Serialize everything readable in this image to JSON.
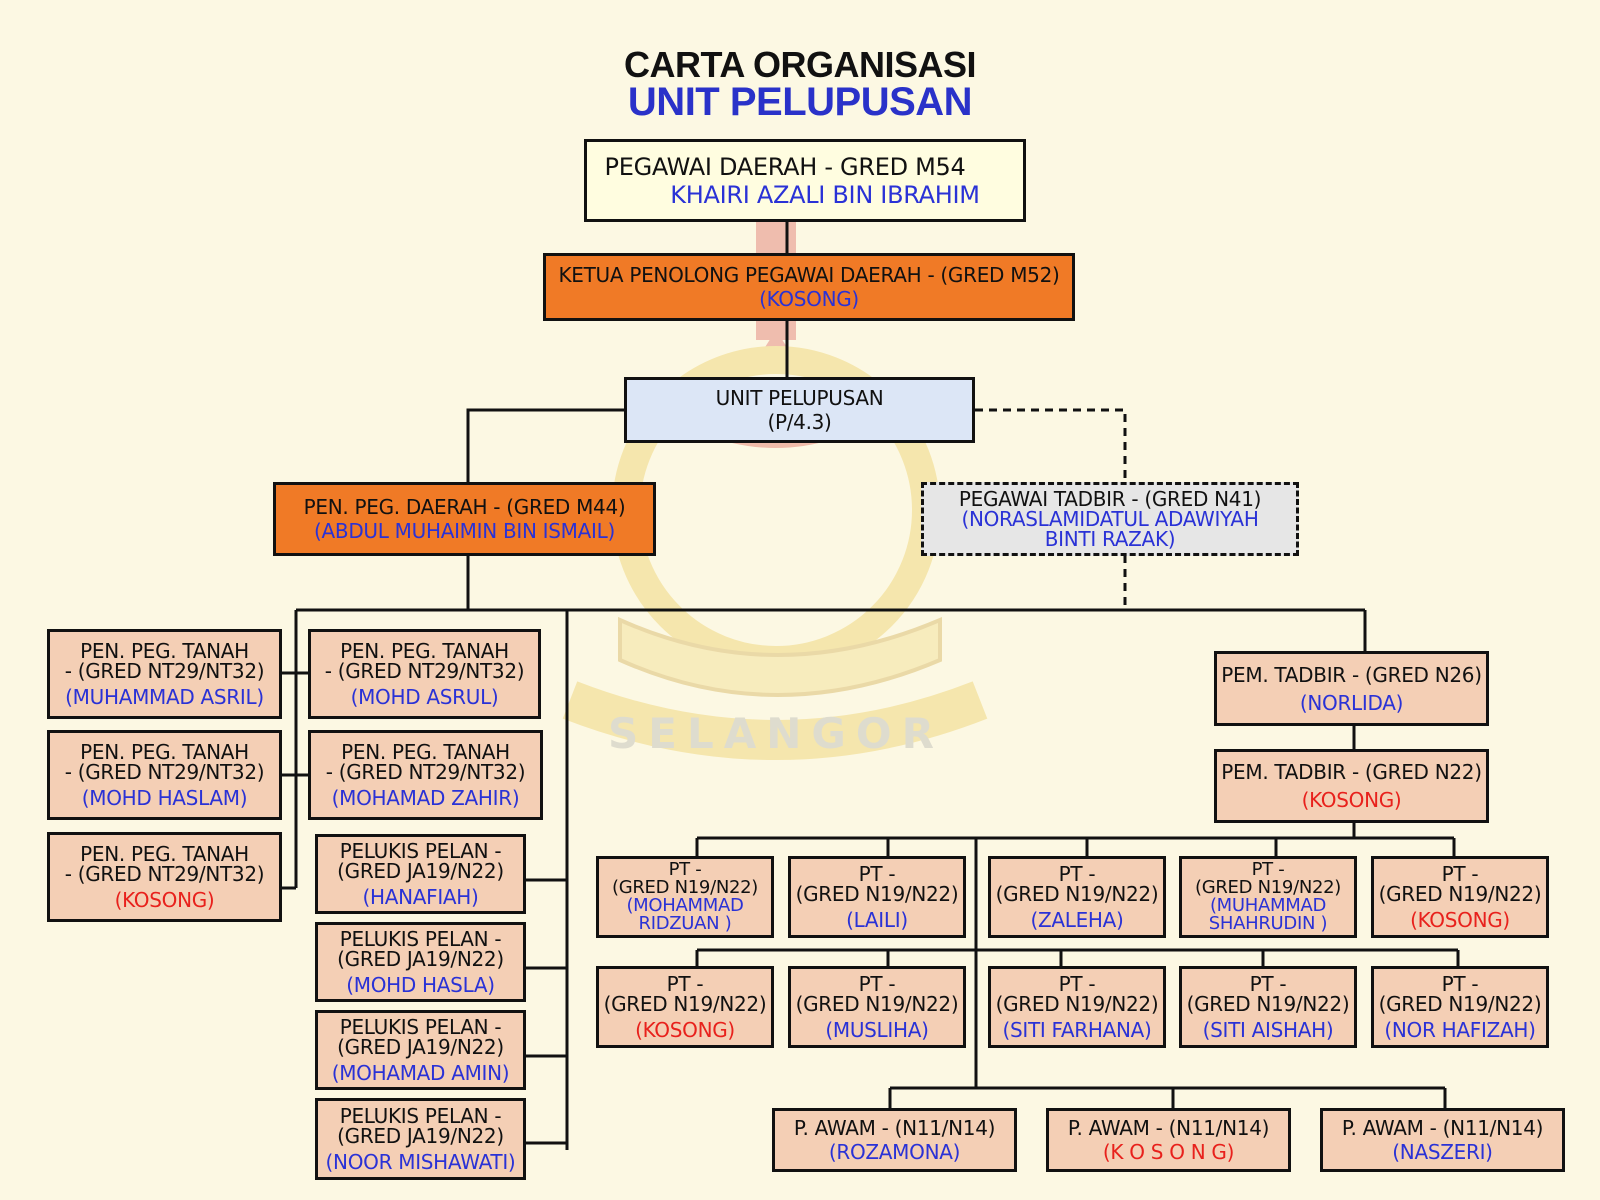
{
  "title": {
    "line1": "CARTA ORGANISASI",
    "line2": "UNIT PELUPUSAN"
  },
  "watermark": {
    "text": "SELANGOR"
  },
  "colors": {
    "label": "#111111",
    "name": "#2a32d6",
    "vacant": "#e8211c",
    "peach": "#f4cfb5",
    "orange": "#f07a26",
    "blue": "#dce6f6"
  },
  "boxes": {
    "pegawai_daerah": {
      "label": "PEGAWAI DAERAH - GRED M54",
      "name": "KHAIRI AZALI BIN IBRAHIM"
    },
    "ketua_penolong": {
      "label": "KETUA PENOLONG PEGAWAI DAERAH - (GRED M52)",
      "name": "(KOSONG)"
    },
    "unit": {
      "label": "UNIT PELUPUSAN",
      "code": "(P/4.3)"
    },
    "pen_peg_daerah": {
      "label": "PEN. PEG. DAERAH - (GRED M44)",
      "name": "(ABDUL MUHAIMIN BIN ISMAIL)"
    },
    "pegawai_tadbir": {
      "label": "PEGAWAI TADBIR - (GRED N41)",
      "name1": "(NORASLAMIDATUL ADAWIYAH",
      "name2": "BINTI RAZAK)"
    },
    "ppt1": {
      "l1": "PEN. PEG. TANAH",
      "l2": "- (GRED NT29/NT32)",
      "name": "(MUHAMMAD ASRIL)"
    },
    "ppt2": {
      "l1": "PEN. PEG. TANAH",
      "l2": "- (GRED NT29/NT32)",
      "name": "(MOHD HASLAM)"
    },
    "ppt3": {
      "l1": "PEN. PEG. TANAH",
      "l2": "- (GRED NT29/NT32)",
      "name": "(KOSONG)"
    },
    "ppt4": {
      "l1": "PEN. PEG. TANAH",
      "l2": "- (GRED NT29/NT32)",
      "name": "(MOHD ASRUL)"
    },
    "ppt5": {
      "l1": "PEN. PEG. TANAH",
      "l2": "- (GRED NT29/NT32)",
      "name": "(MOHAMAD ZAHIR)"
    },
    "pp1": {
      "l1": "PELUKIS PELAN -",
      "l2": "(GRED JA19/N22)",
      "name": "(HANAFIAH)"
    },
    "pp2": {
      "l1": "PELUKIS PELAN -",
      "l2": "(GRED JA19/N22)",
      "name": "(MOHD HASLA)"
    },
    "pp3": {
      "l1": "PELUKIS PELAN -",
      "l2": "(GRED JA19/N22)",
      "name": "(MOHAMAD AMIN)"
    },
    "pp4": {
      "l1": "PELUKIS PELAN -",
      "l2": "(GRED JA19/N22)",
      "name": "(NOOR MISHAWATI)"
    },
    "pem26": {
      "label": "PEM. TADBIR - (GRED N26)",
      "name": "(NORLIDA)"
    },
    "pem22": {
      "label": "PEM. TADBIR - (GRED N22)",
      "name": "(KOSONG)"
    },
    "pt1": {
      "l1": "PT -",
      "l2": "(GRED N19/N22)",
      "name1": "(MOHAMMAD",
      "name2": "RIDZUAN )"
    },
    "pt2": {
      "l1": "PT -",
      "l2": "(GRED N19/N22)",
      "name": "(LAILI)"
    },
    "pt3": {
      "l1": "PT -",
      "l2": "(GRED N19/N22)",
      "name": "(ZALEHA)"
    },
    "pt4": {
      "l1": "PT -",
      "l2": "(GRED N19/N22)",
      "name1": "(MUHAMMAD",
      "name2": "SHAHRUDIN )"
    },
    "pt5": {
      "l1": "PT -",
      "l2": "(GRED N19/N22)",
      "name": "(KOSONG)"
    },
    "pt6": {
      "l1": "PT -",
      "l2": "(GRED N19/N22)",
      "name": "(KOSONG)"
    },
    "pt7": {
      "l1": "PT -",
      "l2": "(GRED N19/N22)",
      "name": "(MUSLIHA)"
    },
    "pt8": {
      "l1": "PT -",
      "l2": "(GRED N19/N22)",
      "name": "(SITI FARHANA)"
    },
    "pt9": {
      "l1": "PT -",
      "l2": "(GRED N19/N22)",
      "name": "(SITI AISHAH)"
    },
    "pt10": {
      "l1": "PT -",
      "l2": "(GRED N19/N22)",
      "name": "(NOR HAFIZAH)"
    },
    "pa1": {
      "label": "P. AWAM - (N11/N14)",
      "name": "(ROZAMONA)"
    },
    "pa2": {
      "label": "P. AWAM - (N11/N14)",
      "name": "(K O S O N G)"
    },
    "pa3": {
      "label": "P. AWAM - (N11/N14)",
      "name": "(NASZERI)"
    }
  }
}
